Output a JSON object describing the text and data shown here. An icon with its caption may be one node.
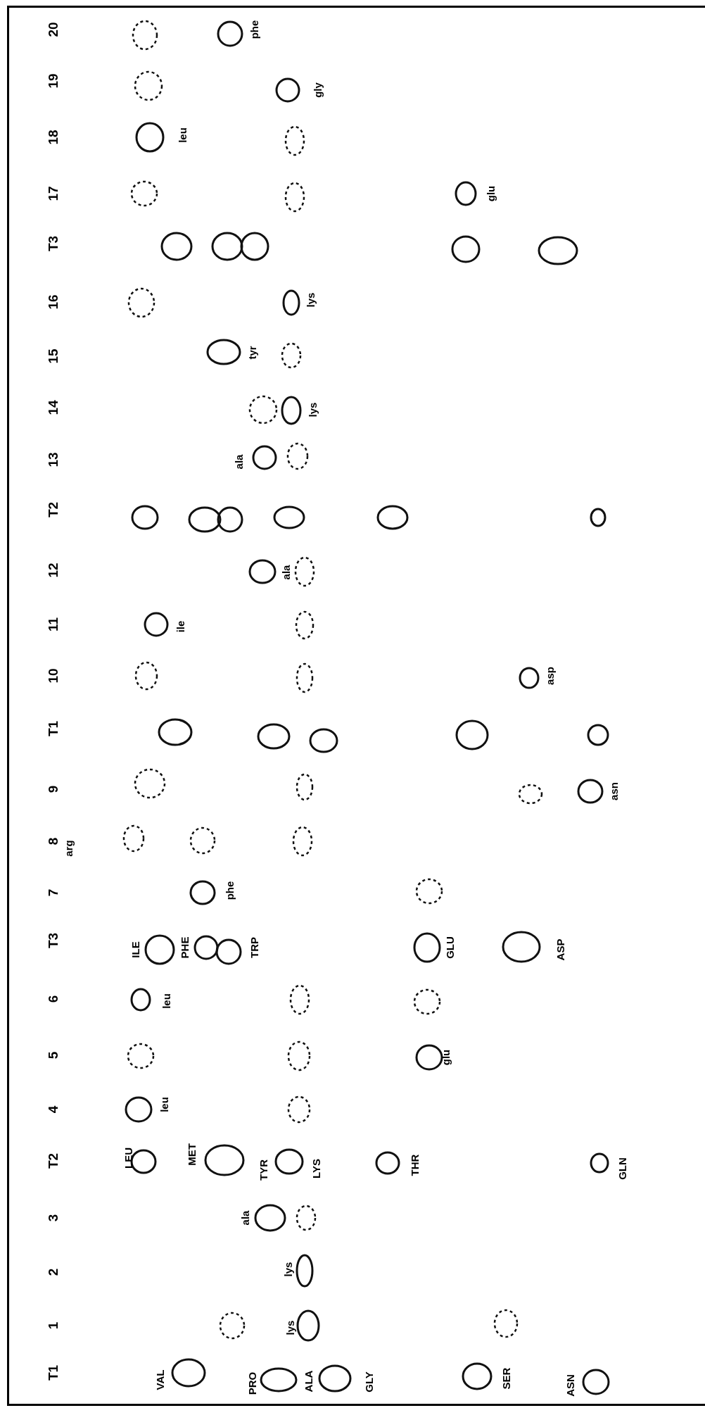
{
  "diagram": {
    "labels": [
      "T1",
      "1",
      "2",
      "3",
      "T2",
      "4",
      "5",
      "6",
      "T3",
      "7",
      "8",
      "arg",
      "9",
      "T1",
      "10",
      "11",
      "12",
      "T2",
      "13",
      "14",
      "15",
      "16",
      "T3",
      "17",
      "18",
      "19",
      "20",
      "VAL",
      "PRO",
      "ALA",
      "GLY",
      "SER",
      "ASN",
      "lys",
      "lys",
      "ala",
      "LEU",
      "MET",
      "TYR",
      "LYS",
      "THR",
      "GLN",
      "leu",
      "glu",
      "leu",
      "ILE",
      "PHE",
      "TRP",
      "GLU",
      "ASP",
      "phe",
      "asn",
      "asp",
      "ile",
      "ala",
      "ala",
      "lys",
      "tyr",
      "lys",
      "glu",
      "leu",
      "gly",
      "phe"
    ]
  }
}
